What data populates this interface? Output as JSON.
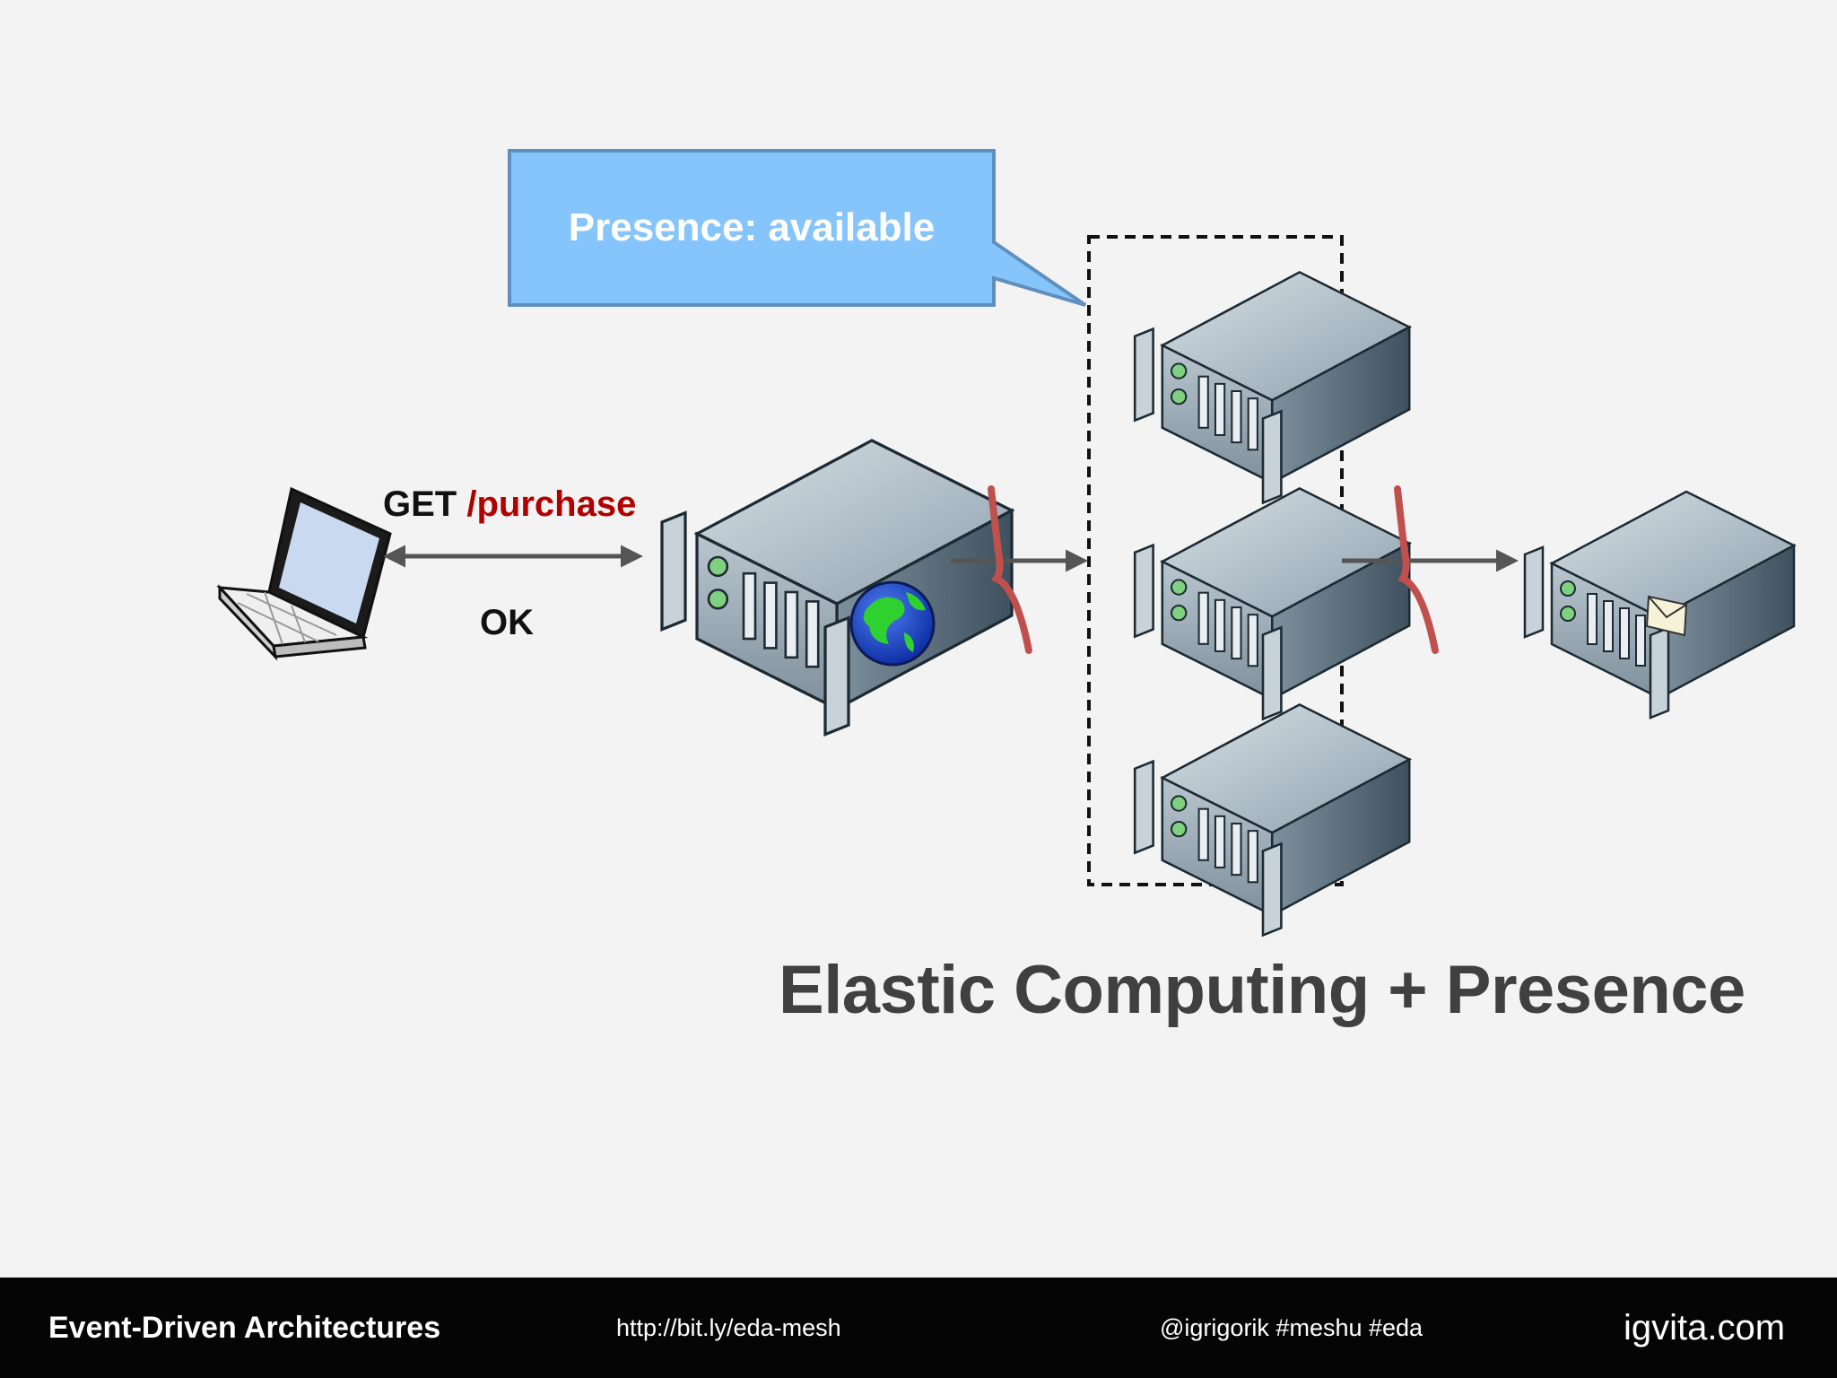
{
  "callout": {
    "text": "Presence: available"
  },
  "request": {
    "method": "GET",
    "path": "/purchase",
    "response": "OK"
  },
  "title": "Elastic Computing + Presence",
  "footer": {
    "title": "Event-Driven Architectures",
    "link": "http://bit.ly/eda-mesh",
    "handle": "@igrigorik #meshu #eda",
    "site": "igvita.com"
  },
  "colors": {
    "callout_fill": "#85c5fb",
    "callout_border": "#5f8fbf",
    "path_red": "#b00000",
    "break_red": "#c0504d",
    "server_dark": "#5d6f7c",
    "server_light": "#aebcc6",
    "arrow_gray": "#555555"
  },
  "icons": [
    "laptop-icon",
    "web-server-icon",
    "globe-icon",
    "server-icon",
    "mail-server-icon",
    "envelope-icon"
  ]
}
